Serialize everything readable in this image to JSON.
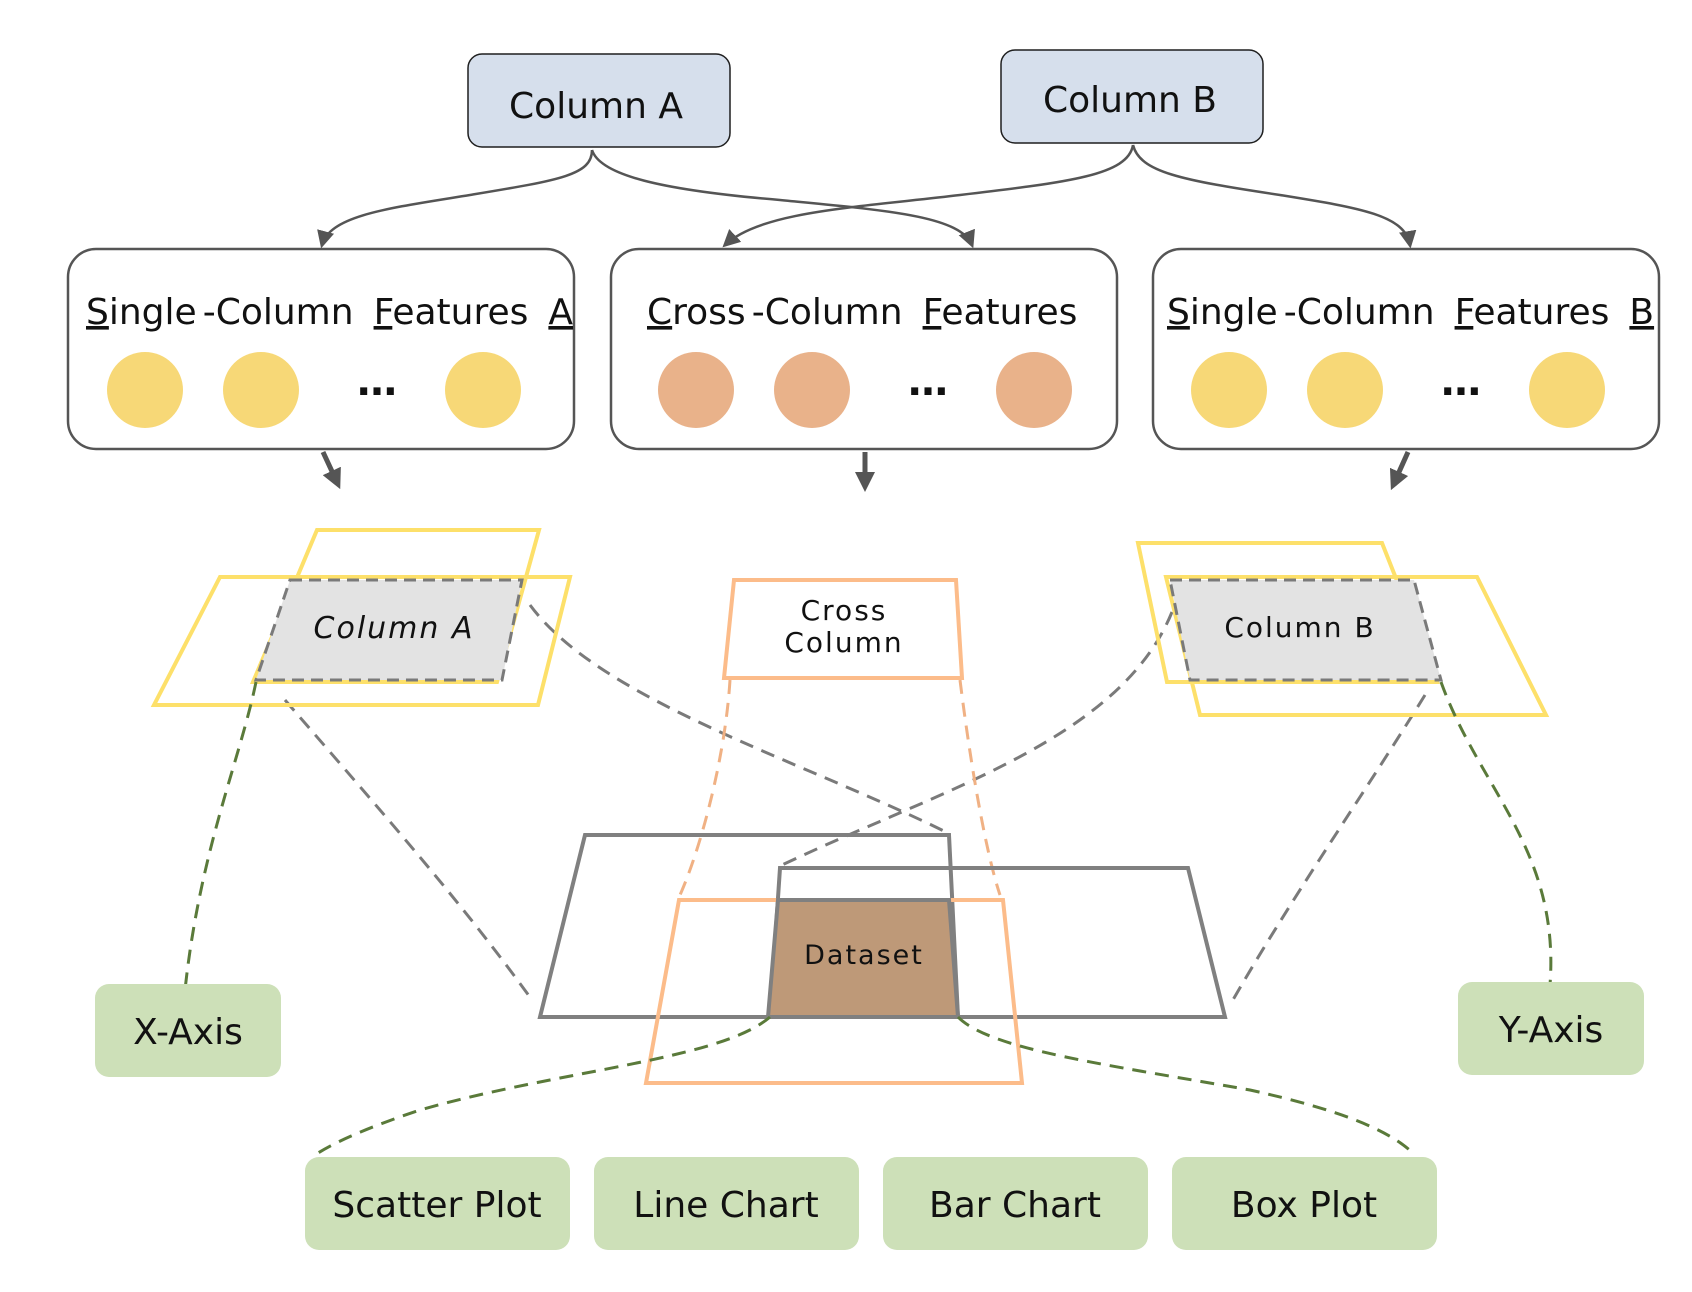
{
  "columns": {
    "a": "Column A",
    "b": "Column B"
  },
  "feature_groups": {
    "single_a": {
      "title_parts": [
        "S",
        "ingle",
        "-",
        "Column",
        "F",
        "eatures",
        "A"
      ],
      "more": "…"
    },
    "cross": {
      "title_parts": [
        "C",
        "ross",
        "-",
        "Column",
        "F",
        "eatures"
      ],
      "more": "…"
    },
    "single_b": {
      "title_parts": [
        "S",
        "ingle",
        "-",
        "Column",
        "F",
        "eatures",
        "B"
      ],
      "more": "…"
    }
  },
  "planes": {
    "column_a": "Column A",
    "cross_line1": "Cross",
    "cross_line2": "Column",
    "column_b": "Column B",
    "dataset": "Dataset"
  },
  "axes": {
    "x": "X-Axis",
    "y": "Y-Axis"
  },
  "chart_types": [
    "Scatter Plot",
    "Line Chart",
    "Bar Chart",
    "Box Plot"
  ],
  "colors": {
    "column_box_fill": "#d6dfec",
    "single_feature_dot": "#f7d877",
    "cross_feature_dot": "#e9b28a",
    "plane_yellow": "#fde06a",
    "plane_orange": "#fcbc8a",
    "plane_gray": "#808080",
    "dataset_fill": "#be9978",
    "green_label": "#cde0b8",
    "green_dash": "#5a7a3a",
    "gray_dash": "#7a7a7a"
  }
}
